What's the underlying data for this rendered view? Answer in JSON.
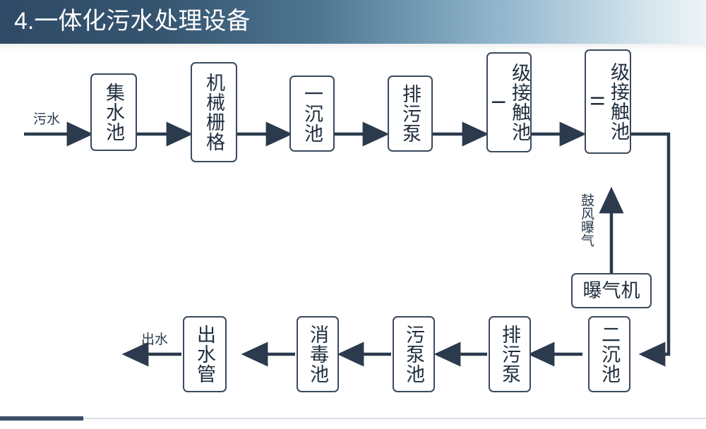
{
  "header": {
    "title": "4.一体化污水处理设备"
  },
  "diagram": {
    "type": "flow-diagram",
    "inlet_label": "污水",
    "outlet_label": "出水",
    "aeration_label": "鼓风曝气",
    "row1": [
      {
        "id": "n1",
        "label": "集水池"
      },
      {
        "id": "n2",
        "label": "机械栅格"
      },
      {
        "id": "n3",
        "label": "一沉池"
      },
      {
        "id": "n4",
        "label": "排污泵"
      },
      {
        "id": "n5",
        "label": "I级接触池"
      },
      {
        "id": "n6",
        "label": "II级接触池"
      }
    ],
    "blower": {
      "id": "n7",
      "label": "曝气机"
    },
    "row2": [
      {
        "id": "n8",
        "label": "二沉池"
      },
      {
        "id": "n9",
        "label": "排污泵"
      },
      {
        "id": "n10",
        "label": "污泵池"
      },
      {
        "id": "n11",
        "label": "消毒池"
      },
      {
        "id": "n12",
        "label": "出水管"
      }
    ],
    "node_text": {
      "n1": "集水池",
      "n2": "机械栅格",
      "n3": "一沉池",
      "n4": "排污泵",
      "n5a": "I",
      "n5b": "级接触池",
      "n6a": "II",
      "n6b": "级接触池",
      "n7": "曝气机",
      "n8": "二沉池",
      "n9": "排污泵",
      "n10": "污泵池",
      "n11": "消毒池",
      "n12": "出水管"
    },
    "colors": {
      "node_border": "#3a4a5e",
      "line": "#2b3a4d",
      "header_dark": "#2f4a66",
      "header_light": "#eef4f8",
      "accent": "#3b4f66"
    }
  }
}
